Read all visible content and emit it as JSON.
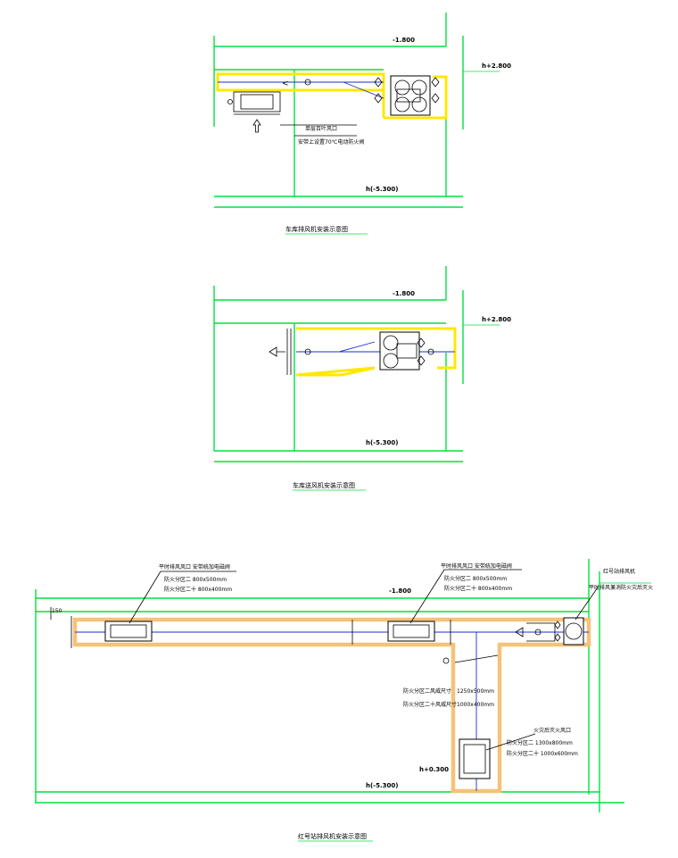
{
  "colors": {
    "wall": "#00e040",
    "duct_yellow": "#ffe800",
    "duct_orange": "#f5c27a",
    "air_line": "#1a2fd0"
  },
  "d1": {
    "level_top": "-1.800",
    "level_right": "h+2.800",
    "level_bottom": "h(-5.300)",
    "note1": "单层百叶风口",
    "note2": "安带上设置70℃电动防火阀",
    "caption": "车库排风机安装示意图"
  },
  "d2": {
    "level_top": "-1.800",
    "level_right": "h+2.800",
    "level_bottom": "h(-5.300)",
    "caption": "车库送风机安装示意图"
  },
  "d3": {
    "level_top": "-1.800",
    "level_bottom": "h(-5.300)",
    "level_low": "h+0.300",
    "dim_left": "150",
    "outlet1": {
      "title": "平时排风风口  安带统加电磁阀",
      "l1": "防火分区二  800x500mm",
      "l2": "防火分区二十  800x400mm"
    },
    "outlet2": {
      "title": "平时排风风口  安带统加电磁阀",
      "l1": "防火分区二  800x500mm",
      "l2": "防火分区二十  800x400mm"
    },
    "fan_title": "红号站排风机",
    "fan_note": "平时排风兼消防火灾后灭火",
    "duct1": "防火分区二风威尺寸",
    "duct1_val": "1250x500mm",
    "duct2": "防火分区二十风威尺寸",
    "duct2_val": "1000x400mm",
    "shaft_title": "火灾后灭火风口",
    "shaft_l1": "防火分区二  1300x800mm",
    "shaft_l2": "防火分区二十  1000x600mm",
    "caption": "红号站排风机安装示意图"
  }
}
